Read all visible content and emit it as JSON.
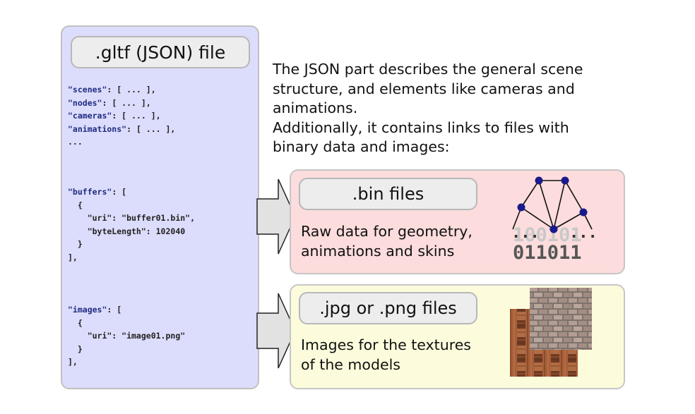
{
  "gltf": {
    "title": ".gltf (JSON) file",
    "block1": [
      {
        "key": "\"scenes\"",
        "rest": ": [ ... ],"
      },
      {
        "key": "\"nodes\"",
        "rest": ": [ ... ],"
      },
      {
        "key": "\"cameras\"",
        "rest": ": [ ... ],"
      },
      {
        "key": "\"animations\"",
        "rest": ": [ ... ],"
      },
      {
        "key": "",
        "rest": "..."
      }
    ],
    "block2": [
      {
        "key": "\"buffers\"",
        "rest": ": ["
      },
      {
        "key": "",
        "rest": "  {"
      },
      {
        "key": "",
        "rest": "    \"uri\": \"buffer01.bin\","
      },
      {
        "key": "",
        "rest": "    \"byteLength\": 102040"
      },
      {
        "key": "",
        "rest": "  }"
      },
      {
        "key": "",
        "rest": "],"
      }
    ],
    "block3": [
      {
        "key": "\"images\"",
        "rest": ": ["
      },
      {
        "key": "",
        "rest": "  {"
      },
      {
        "key": "",
        "rest": "    \"uri\": \"image01.png\""
      },
      {
        "key": "",
        "rest": "  }"
      },
      {
        "key": "",
        "rest": "],"
      }
    ]
  },
  "description": [
    "The JSON part describes the general scene",
    "structure, and elements like cameras and",
    "animations.",
    "Additionally, it contains links to files with",
    "binary data and images:"
  ],
  "bin": {
    "title": ".bin files",
    "line1": "Raw data for geometry,",
    "line2": "animations and skins",
    "bits_top": "100101",
    "bits_bottom": "011011",
    "dots": "...",
    "color": "#fcdcdc"
  },
  "images": {
    "title": ".jpg or .png files",
    "line1": "Images for the textures",
    "line2": "of the models",
    "color": "#fcfcdc"
  }
}
